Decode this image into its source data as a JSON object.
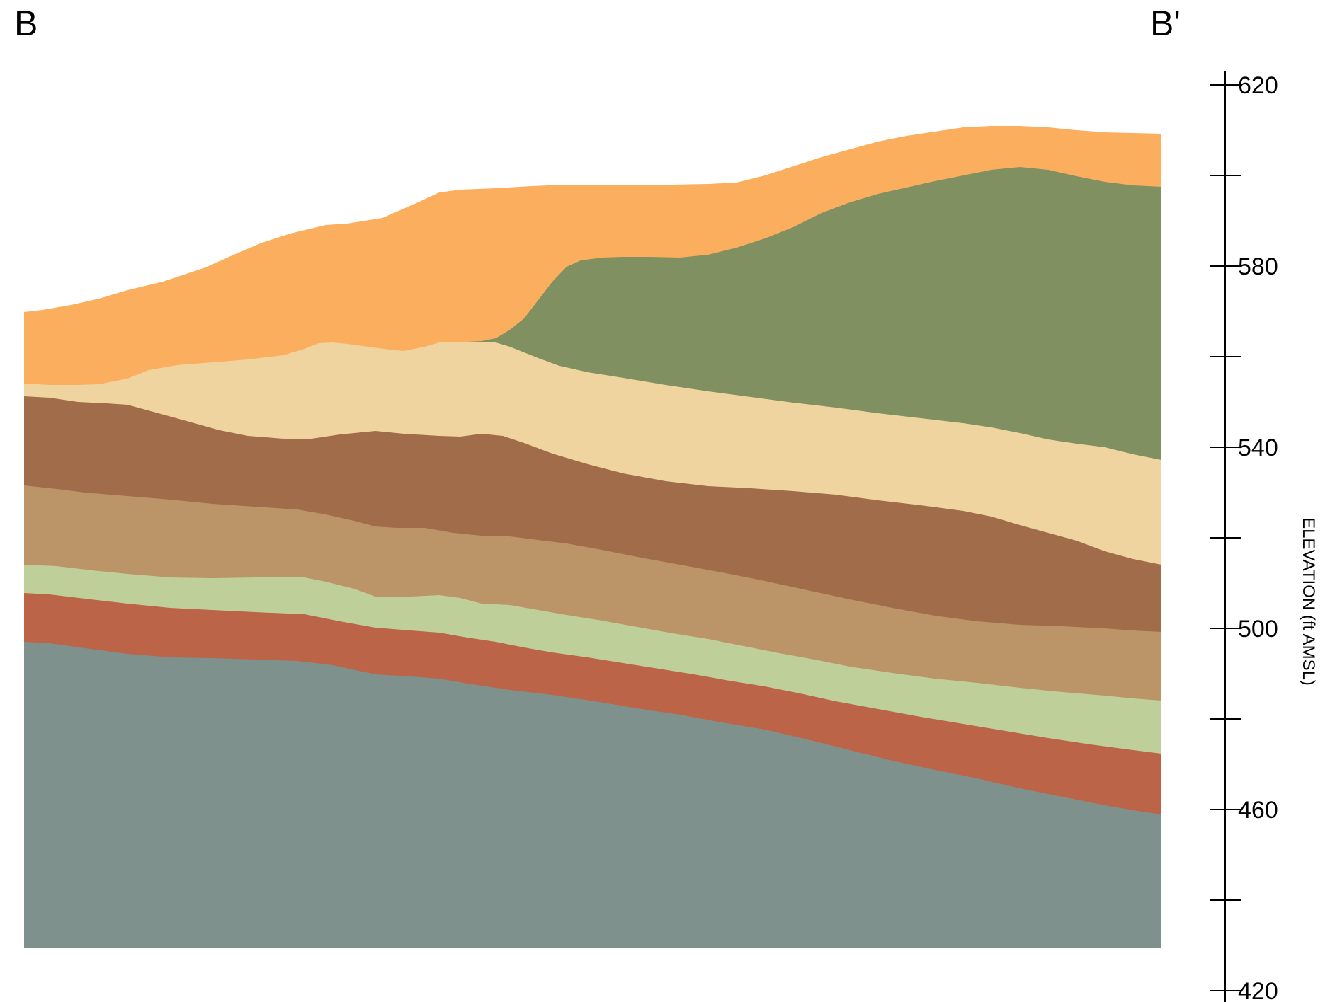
{
  "section": {
    "start_label": "B",
    "end_label": "B'"
  },
  "axis": {
    "title": "ELEVATION (ft AMSL)",
    "min": 420,
    "max": 620,
    "major_ticks": [
      620,
      580,
      540,
      500,
      460,
      420
    ],
    "minor_ticks": [
      600,
      560,
      520,
      480,
      440
    ]
  },
  "layers": [
    {
      "id": "layer-bedrock",
      "color": "#7f918d"
    },
    {
      "id": "layer-red",
      "color": "#bc6448"
    },
    {
      "id": "layer-lightgreen",
      "color": "#bfcf99"
    },
    {
      "id": "layer-tan",
      "color": "#bb9467"
    },
    {
      "id": "layer-brown",
      "color": "#a06c49"
    },
    {
      "id": "layer-buff",
      "color": "#f0d49f"
    },
    {
      "id": "layer-olive",
      "color": "#819060"
    },
    {
      "id": "layer-orange",
      "color": "#fcae5f"
    }
  ]
}
